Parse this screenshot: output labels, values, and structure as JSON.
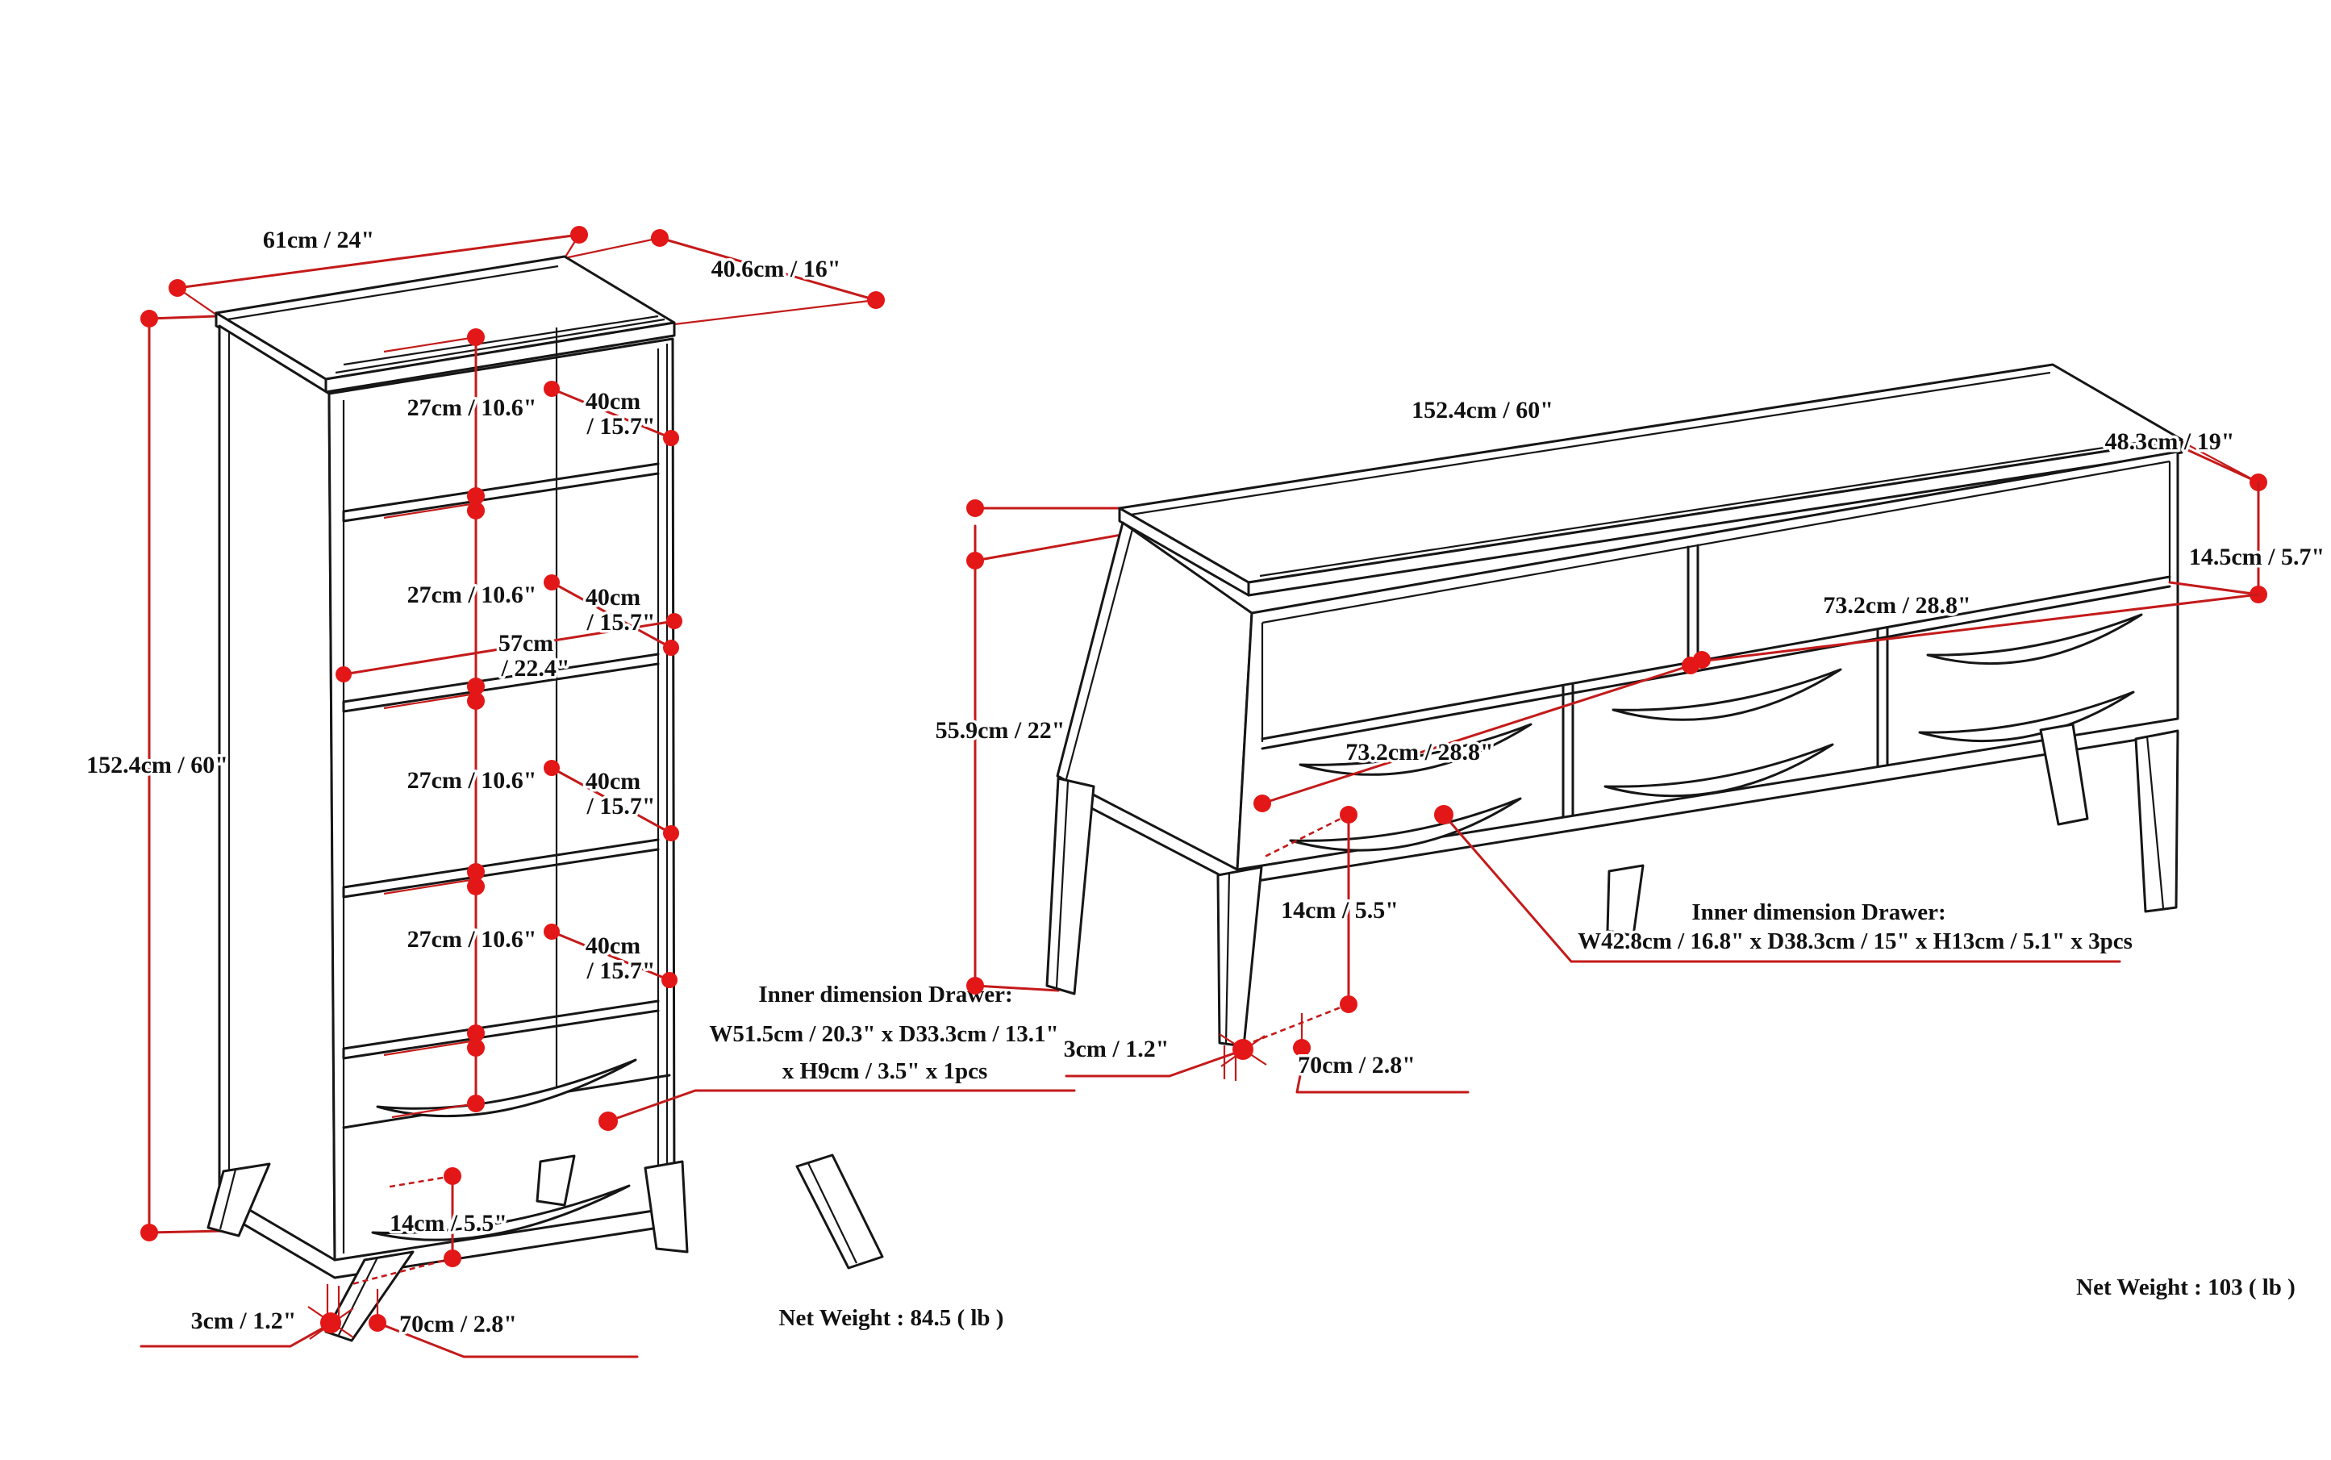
{
  "colors": {
    "dimension_red": "#c41a1a",
    "dot_red": "#e31717",
    "line_black": "#161616",
    "background": "#ffffff"
  },
  "bookcase": {
    "width": "61cm / 24\"",
    "depth": "40.6cm / 16\"",
    "height": "152.4cm / 60\"",
    "compartment_height": "27cm / 10.6\"",
    "compartment_depth_a": "40cm",
    "compartment_depth_b": "/ 15.7\"",
    "inner_width_a": "57cm",
    "inner_width_b": "/ 22.4\"",
    "leg_height": "14cm / 5.5\"",
    "foot_width": "3cm / 1.2\"",
    "foot_depth": "70cm / 2.8\"",
    "drawer_title": "Inner dimension Drawer:",
    "drawer_dims_line1": "W51.5cm / 20.3\" x D33.3cm / 13.1\"",
    "drawer_dims_line2": "x H9cm / 3.5\" x 1pcs",
    "net_weight": "Net Weight : 84.5 ( lb )"
  },
  "tv_stand": {
    "width": "152.4cm / 60\"",
    "depth": "48.3cm / 19\"",
    "height": "55.9cm / 22\"",
    "shelf_height": "14.5cm / 5.7\"",
    "shelf_width": "73.2cm / 28.8\"",
    "leg_height": "14cm / 5.5\"",
    "foot_width": "3cm / 1.2\"",
    "foot_depth": "70cm / 2.8\"",
    "drawer_title": "Inner dimension Drawer:",
    "drawer_dims_line1": "W42.8cm / 16.8\" x D38.3cm / 15\" x H13cm / 5.1\" x 3pcs",
    "net_weight": "Net Weight : 103 ( lb )"
  }
}
